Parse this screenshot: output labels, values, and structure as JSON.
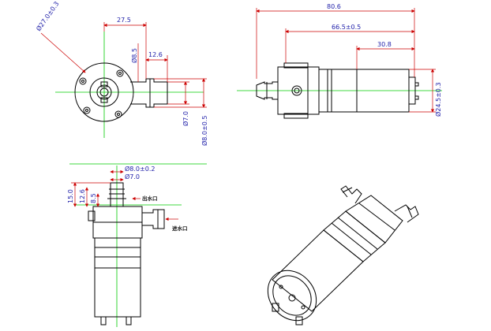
{
  "front_view": {
    "flange_diameter": "Ø27.0±0.3",
    "center_spacing": "27.5",
    "outlet_diameter": "Ø8.5",
    "outlet_length": "12.6",
    "outlet_bore": "Ø7.0",
    "inlet_diameter": "Ø8.0±0.5"
  },
  "side_view": {
    "overall_length": "80.6",
    "body_length": "66.5±0.5",
    "motor_length": "30.8",
    "motor_diameter": "Ø24.5±0.3"
  },
  "bottom_view": {
    "outlet_od": "Ø8.0±0.2",
    "outlet_id": "Ø7.0",
    "height_15": "15.0",
    "height_12": "12.6",
    "height_85": "8.5",
    "outlet_label": "出水口",
    "inlet_label": "进水口"
  },
  "colors": {
    "dimension": "#cc0000",
    "centerline": "#00cc00",
    "text": "#2222aa"
  }
}
